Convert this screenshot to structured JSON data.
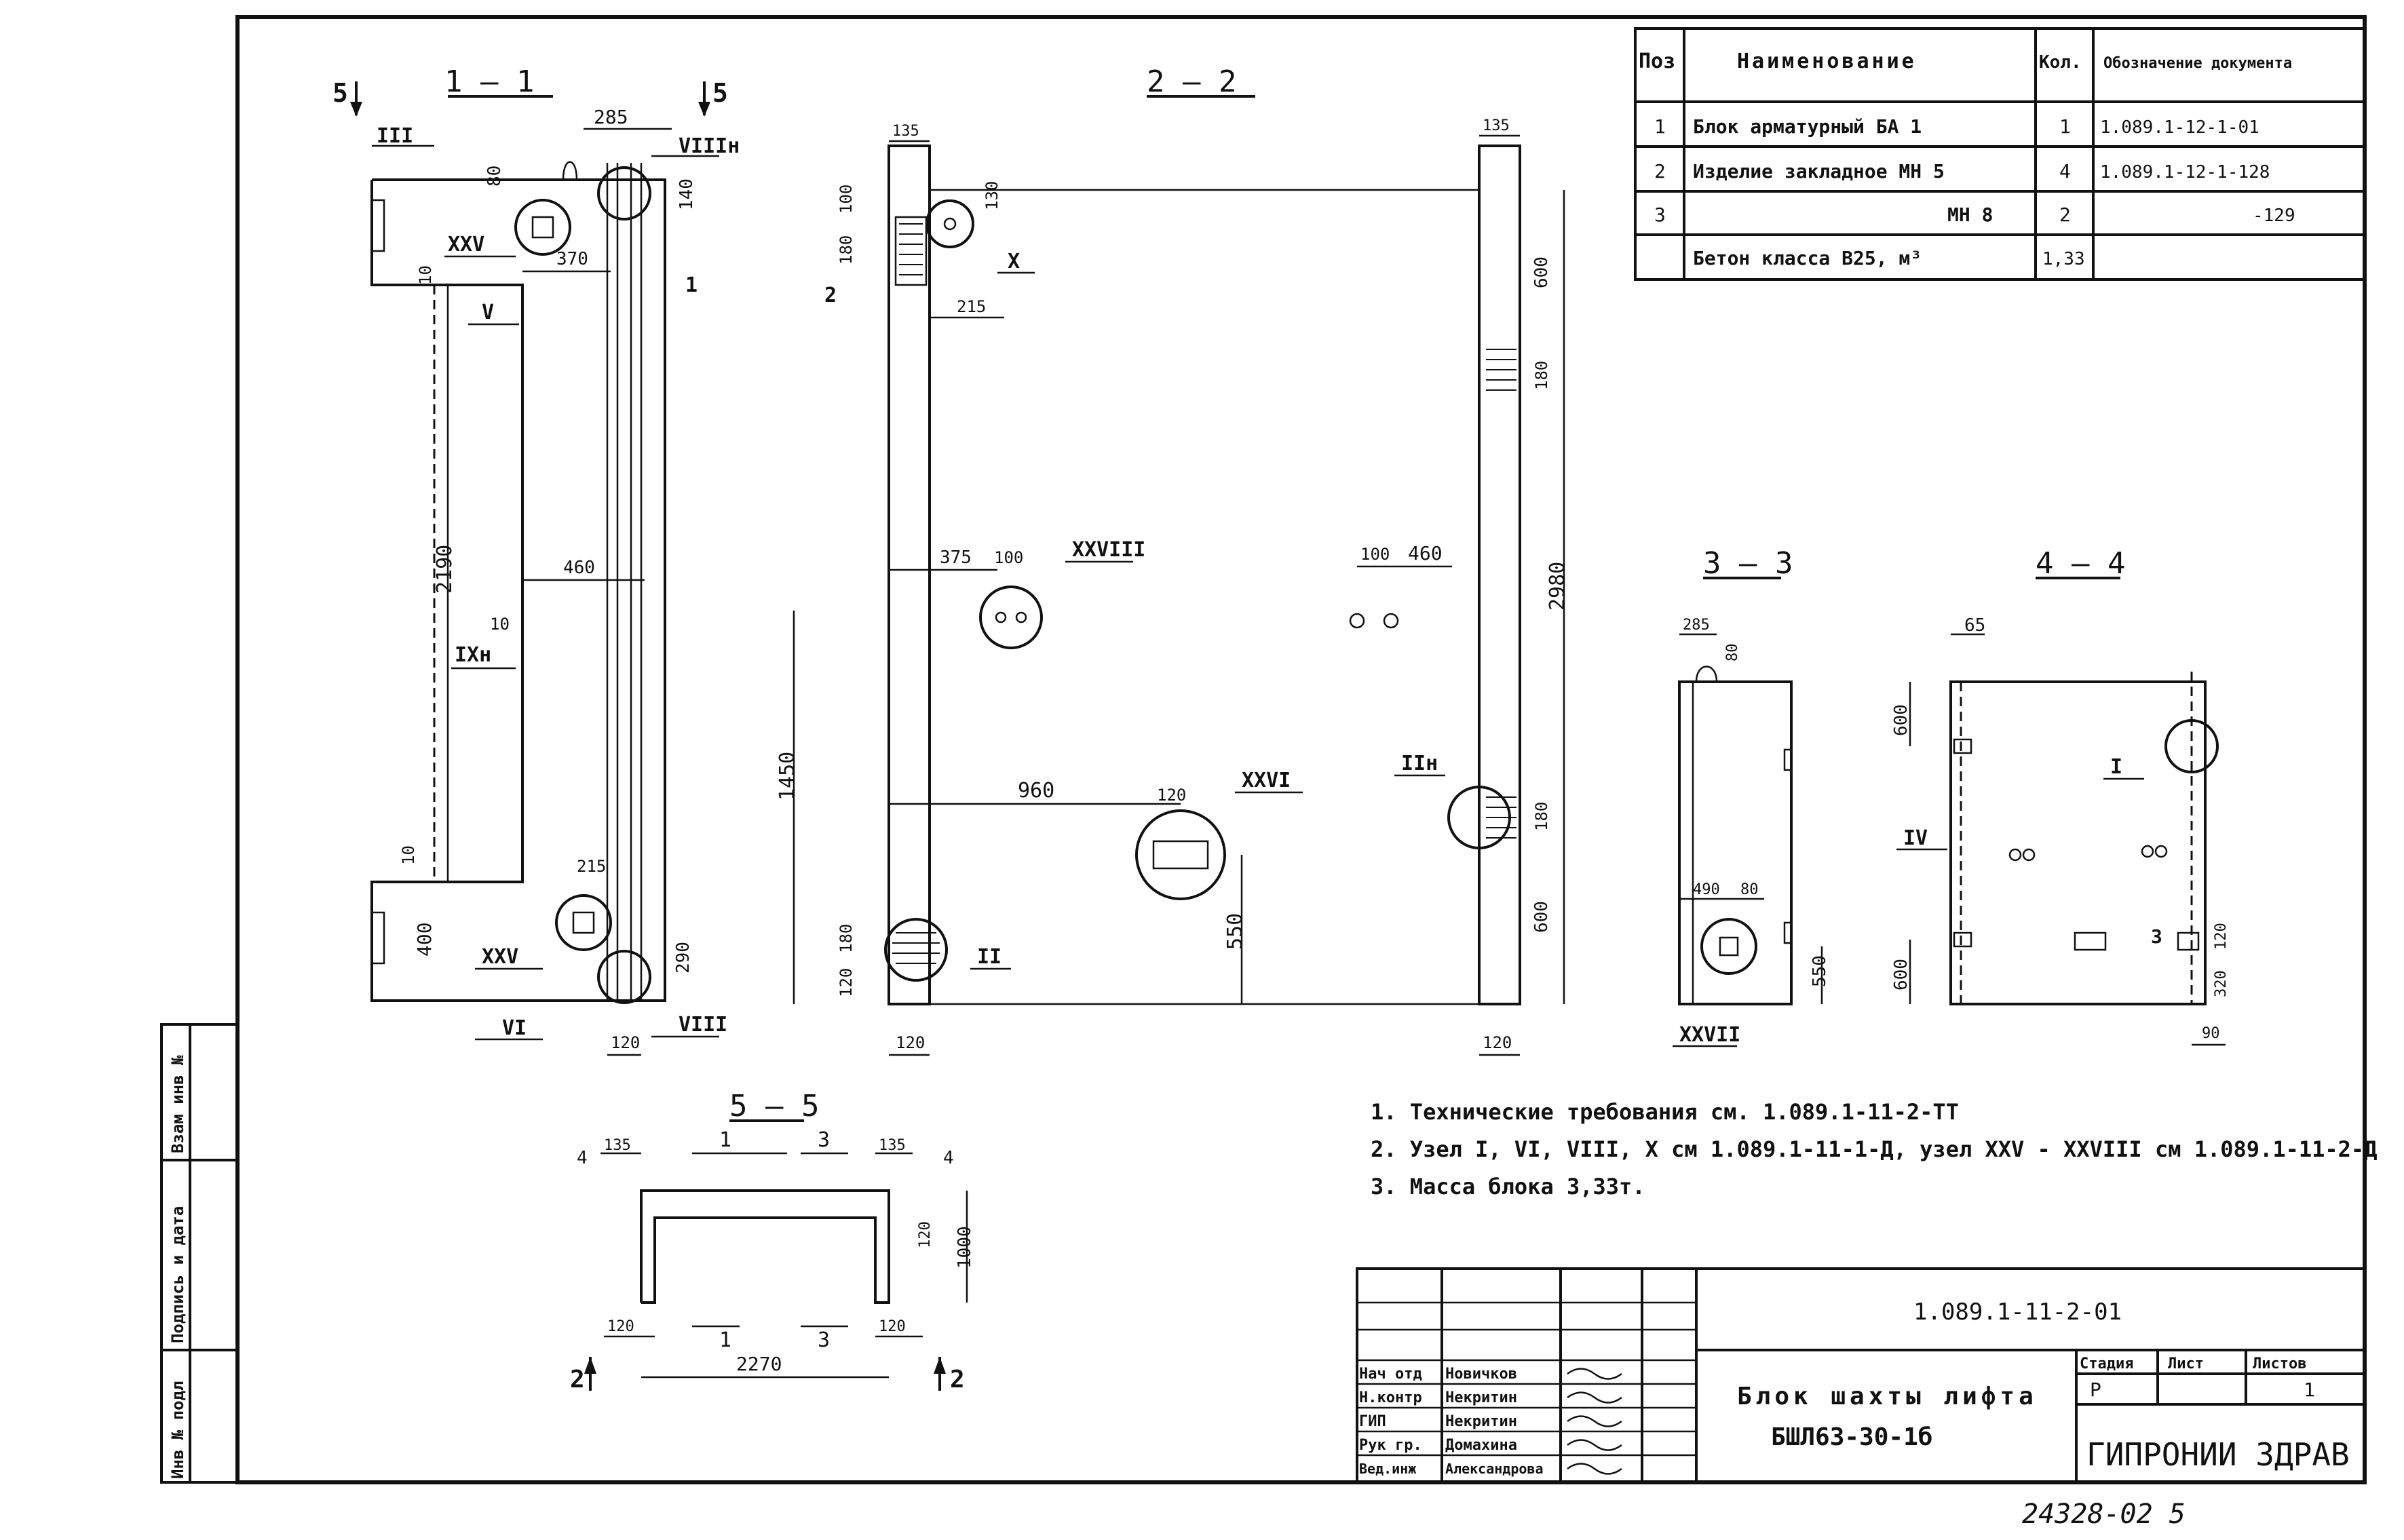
{
  "sections": {
    "s11": "1 — 1",
    "s22": "2 — 2",
    "s33": "3 — 3",
    "s44": "4 — 4",
    "s55": "5 — 5"
  },
  "marks": {
    "arrow5_left": "5",
    "arrow5_right": "5",
    "arrow4_left": "4",
    "arrow4_right": "4",
    "arrow2_left": "2",
    "arrow2_right": "2",
    "sec1_a": "1",
    "sec1_b": "1",
    "sec3_a": "3",
    "sec3_b": "3"
  },
  "nodes": {
    "n_III": "III",
    "n_VIIIn": "VIIIн",
    "n_XXV_a": "XXV",
    "n_V": "V",
    "n_IXn": "IXн",
    "n_XXV_b": "XXV",
    "n_VI": "VI",
    "n_VIII": "VIII",
    "n_X": "X",
    "n_XXVIII": "XXVIII",
    "n_XXVI": "XXVI",
    "n_II": "II",
    "n_IIn": "IIн",
    "n_XXVII": "XXVII",
    "n_I": "I",
    "n_IV": "IV",
    "pos1": "1",
    "pos2": "2",
    "pos3": "3"
  },
  "dims": {
    "d285": "285",
    "d80": "80",
    "d140": "140",
    "d370": "370",
    "d10a": "10",
    "d2190": "2190",
    "d460a": "460",
    "d10b": "10",
    "d10c": "10",
    "d215a": "215",
    "d400": "400",
    "d290": "290",
    "d120a": "120",
    "d135a": "135",
    "d100a": "100",
    "d130": "130",
    "d180a": "180",
    "d215b": "215",
    "d375": "375",
    "d100b": "100",
    "d1450": "1450",
    "d960": "960",
    "d120b": "120",
    "d550a": "550",
    "d180b": "180",
    "d120c": "120",
    "d120d": "120",
    "d135b": "135",
    "d600a": "600",
    "d180c": "180",
    "d100c": "100",
    "d460b": "460",
    "d2980": "2980",
    "d180d": "180",
    "d600b": "600",
    "d120e": "120",
    "d285b": "285",
    "d80b": "80",
    "d490": "490",
    "d80c": "80",
    "d550b": "550",
    "d65": "65",
    "d600c": "600",
    "d600d": "600",
    "d120f": "120",
    "d320": "320",
    "d90": "90",
    "d135c": "135",
    "d135d": "135",
    "d120g": "120",
    "d1000": "1000",
    "d120h": "120",
    "d120i": "120",
    "d2270": "2270"
  },
  "spec_table": {
    "headers": [
      "Поз",
      "Наименование",
      "Кол.",
      "Обозначение документа"
    ],
    "rows": [
      [
        "1",
        "Блок арматурный  БА 1",
        "1",
        "1.089.1-12-1-01"
      ],
      [
        "2",
        "Изделие закладное МН 5",
        "4",
        "1.089.1-12-1-128"
      ],
      [
        "3",
        "МН 8",
        "2",
        "-129"
      ],
      [
        "",
        "Бетон класса  В25, м³",
        "1,33",
        ""
      ]
    ]
  },
  "notes": [
    "1. Технические требования  см. 1.089.1-11-2-ТТ",
    "2. Узел  I, VI, VIII, X  см 1.089.1-11-1-Д, узел XXV - XXVIII см 1.089.1-11-2-Д",
    "3. Масса блока  3,33т."
  ],
  "side_stamp": [
    "Взам инв №",
    "Подпись и дата",
    "Инв № подл"
  ],
  "title_block": {
    "doc_code": "1.089.1-11-2-01",
    "title_line1": "Блок шахты лифта",
    "title_line2": "БШЛ63-30-1б",
    "stage_label": "Стадия",
    "sheet_label": "Лист",
    "sheets_label": "Листов",
    "stage_value": "Р",
    "sheet_value": "",
    "sheets_value": "1",
    "organization": "ГИПРОНИИ ЗДРАВ",
    "signers": [
      {
        "role": "Нач отд",
        "name": "Новичков"
      },
      {
        "role": "Н.контр",
        "name": "Некритин"
      },
      {
        "role": "ГИП",
        "name": "Некритин"
      },
      {
        "role": "Рук гр.",
        "name": "Домахина"
      },
      {
        "role": "Вед.инж",
        "name": "Александрова"
      }
    ]
  },
  "archive_number": "24328-02  5"
}
